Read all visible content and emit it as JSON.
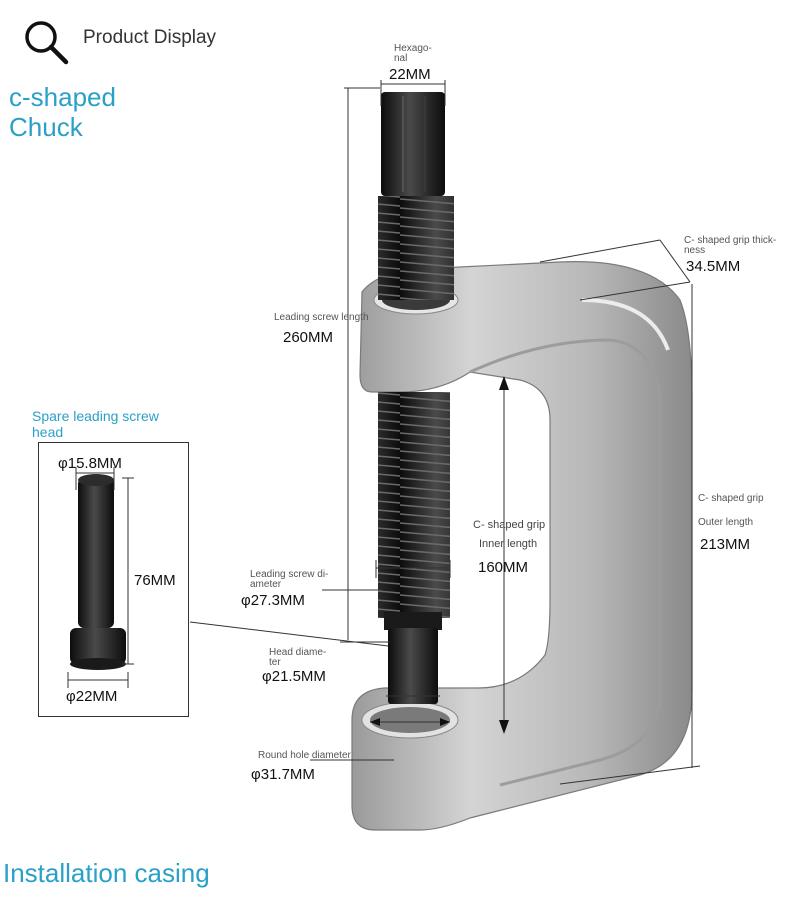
{
  "header": {
    "title": "Product Display",
    "icon": "search-icon"
  },
  "sections": {
    "chuck_title": "c-shaped Chuck",
    "casing_title": "Installation casing"
  },
  "spare": {
    "title": "Spare leading screw head",
    "top_diameter": "φ15.8MM",
    "length": "76MM",
    "bottom_diameter": "φ22MM"
  },
  "dimensions": {
    "hexagonal_label": "Hexago-nal",
    "hexagonal_value": "22MM",
    "grip_thickness_label": "C- shaped grip thick-ness",
    "grip_thickness_value": "34.5MM",
    "screw_length_label": "Leading screw length",
    "screw_length_value": "260MM",
    "inner_label_1": "C- shaped grip",
    "inner_label_2": "Inner length",
    "inner_value": "160MM",
    "outer_label_1": "C- shaped grip",
    "outer_label_2": "Outer length",
    "outer_value": "213MM",
    "screw_diameter_label": "Leading screw di-ameter",
    "screw_diameter_value": "φ27.3MM",
    "head_diameter_label": "Head diame-ter",
    "head_diameter_value": "φ21.5MM",
    "hole_diameter_label": "Round hole diameter",
    "hole_diameter_value": "φ31.7MM"
  },
  "colors": {
    "accent": "#2aa0c8",
    "metal_light": "#c9c9c9",
    "metal_dark": "#8e8e8e",
    "screw": "#1a1a1a"
  }
}
